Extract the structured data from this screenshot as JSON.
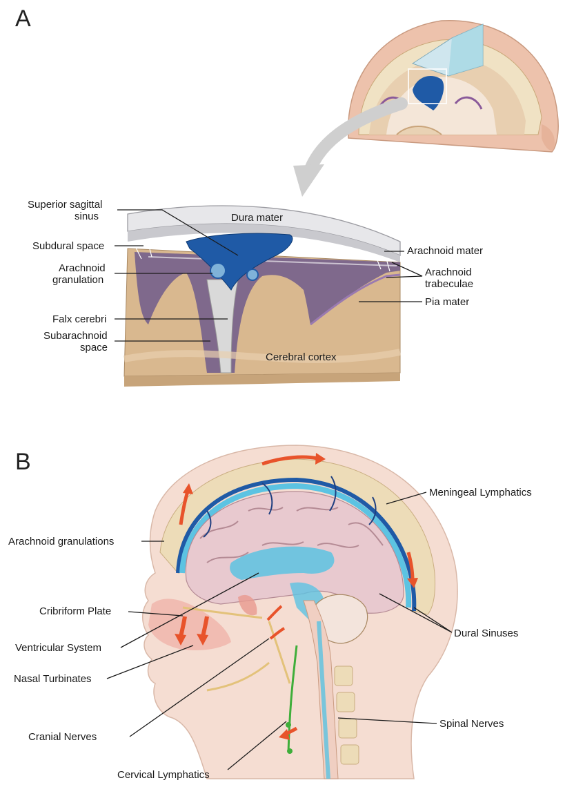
{
  "panel_a": {
    "letter": "A",
    "labels": {
      "superior_sagittal_sinus_1": "Superior sagittal",
      "superior_sagittal_sinus_2": "sinus",
      "dura_mater": "Dura mater",
      "subdural_space": "Subdural space",
      "arachnoid_granulation_1": "Arachnoid",
      "arachnoid_granulation_2": "granulation",
      "arachnoid_mater": "Arachnoid mater",
      "arachnoid_trabeculae_1": "Arachnoid",
      "arachnoid_trabeculae_2": "trabeculae",
      "pia_mater": "Pia mater",
      "falx_cerebri": "Falx cerebri",
      "subarachnoid_space_1": "Subarachnoid",
      "subarachnoid_space_2": "space",
      "cerebral_cortex": "Cerebral cortex"
    }
  },
  "panel_b": {
    "letter": "B",
    "labels": {
      "meningeal_lymphatics": "Meningeal Lymphatics",
      "arachnoid_granulations": "Arachnoid granulations",
      "cribriform_plate": "Cribriform Plate",
      "ventricular_system": "Ventricular System",
      "nasal_turbinates": "Nasal Turbinates",
      "dural_sinuses": "Dural Sinuses",
      "spinal_nerves": "Spinal Nerves",
      "cranial_nerves": "Cranial Nerves",
      "cervical_lymphatics": "Cervical Lymphatics"
    }
  },
  "colors": {
    "skin": "#f2d6c8",
    "bone": "#eddcb8",
    "dura": "#e4e4e8",
    "sinus_blue": "#1f5aa6",
    "csf_blue": "#5cc3e2",
    "brain": "#e8c9cf",
    "cortex": "#d9b88f",
    "arrow_red": "#e8532b",
    "nerve": "#e3c27a",
    "lymph_green": "#3fae3a"
  }
}
